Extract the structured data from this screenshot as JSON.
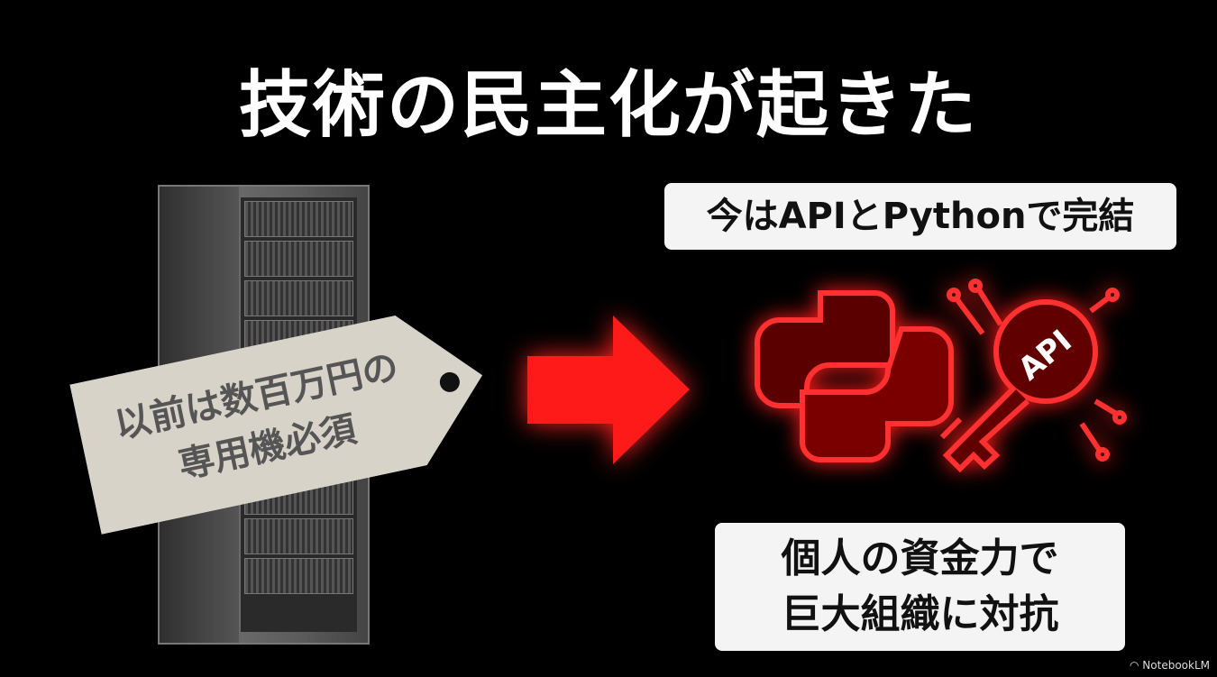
{
  "title": "技術の民主化が起きた",
  "price_tag": {
    "line1": "以前は数百万円の",
    "line2": "専用機必須"
  },
  "top_box": "今はAPIとPythonで完結",
  "key_label": "API",
  "bottom_box": {
    "line1": "個人の資金力で",
    "line2": "巨大組織に対抗"
  },
  "watermark": "NotebookLM",
  "colors": {
    "accent": "#ff1a1a",
    "background": "#000000"
  }
}
